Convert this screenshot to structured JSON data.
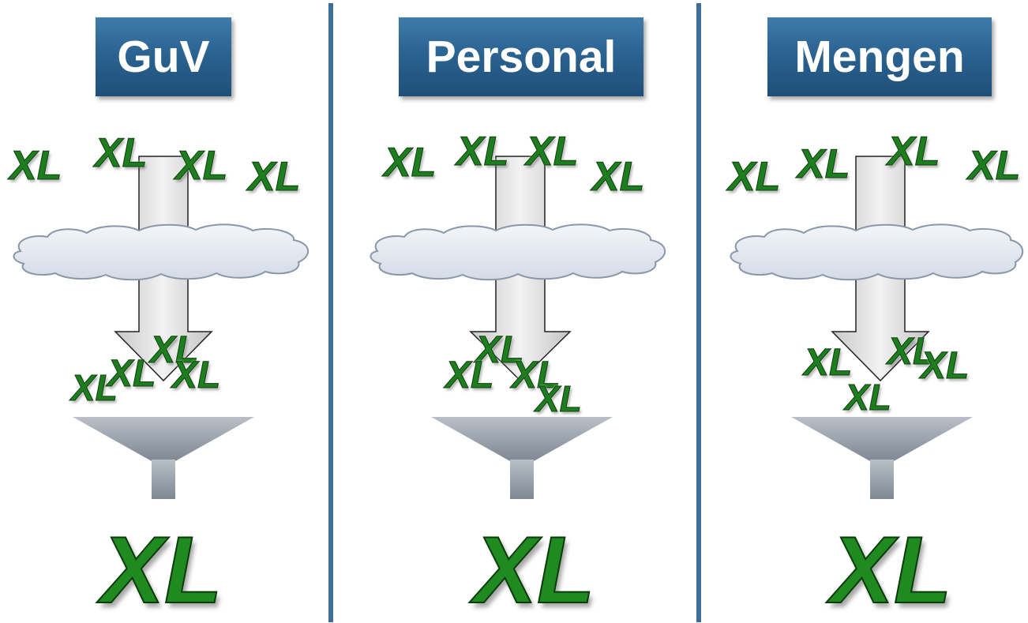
{
  "panels": [
    {
      "title": "GuV"
    },
    {
      "title": "Personal"
    },
    {
      "title": "Mengen"
    }
  ],
  "token_label": "XL",
  "result_label": "XL",
  "colors": {
    "title_box": "#2b6391",
    "divider": "#3d6f98",
    "token_green": "#1e7d1e",
    "cloud_fill": "#e8eef6",
    "funnel": "#9aa4ae",
    "arrow": "#d8d8d8"
  }
}
